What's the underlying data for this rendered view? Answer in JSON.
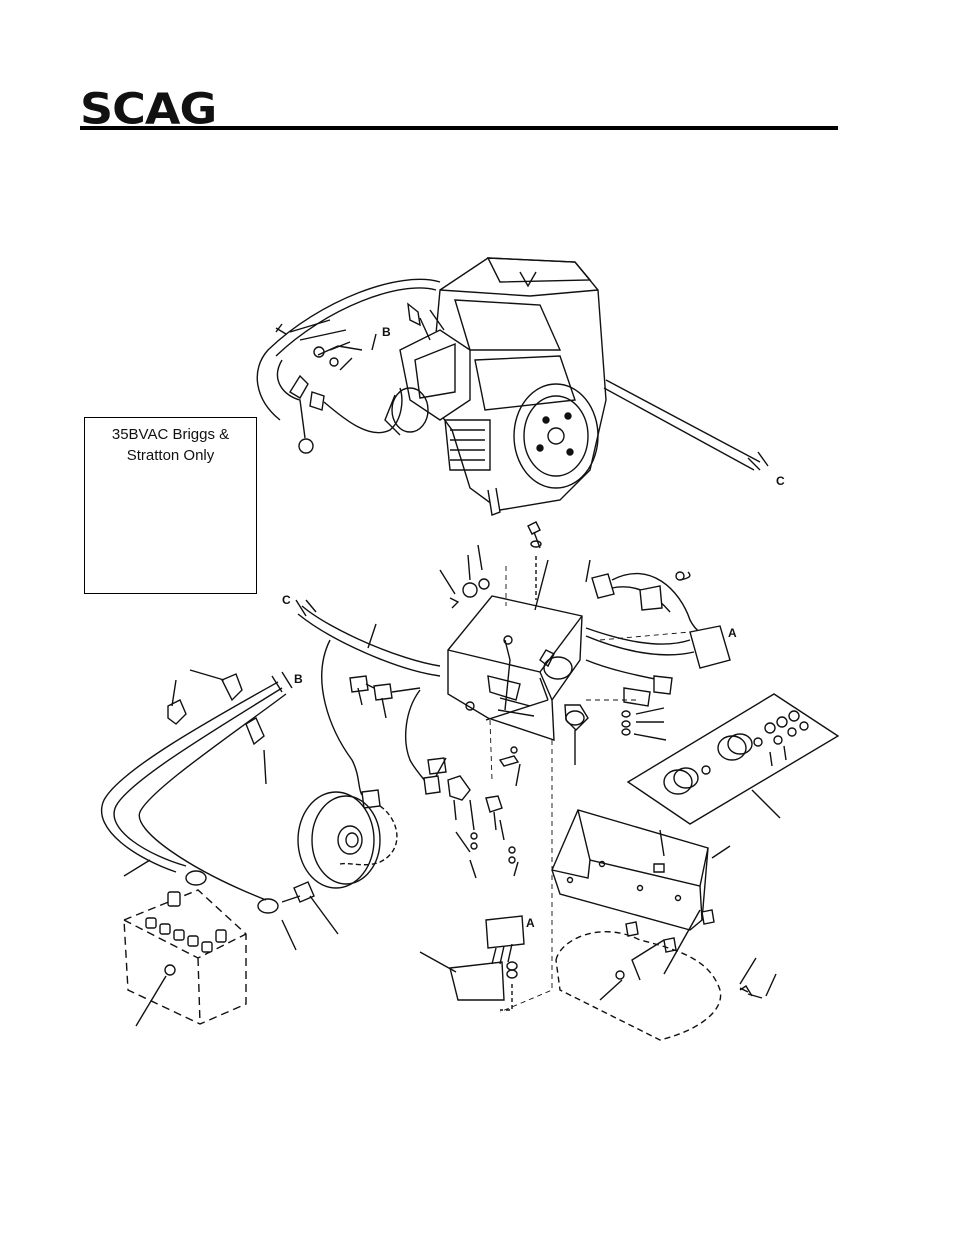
{
  "header": {
    "logo_text": "SCAG"
  },
  "inset": {
    "title_line1": "35BVAC Briggs &",
    "title_line2": "Stratton Only"
  },
  "callout_letters": {
    "b_top": "B",
    "c_right": "C",
    "c_left": "C",
    "a_harness": "A",
    "b_left": "B",
    "a_bottom": "A"
  }
}
